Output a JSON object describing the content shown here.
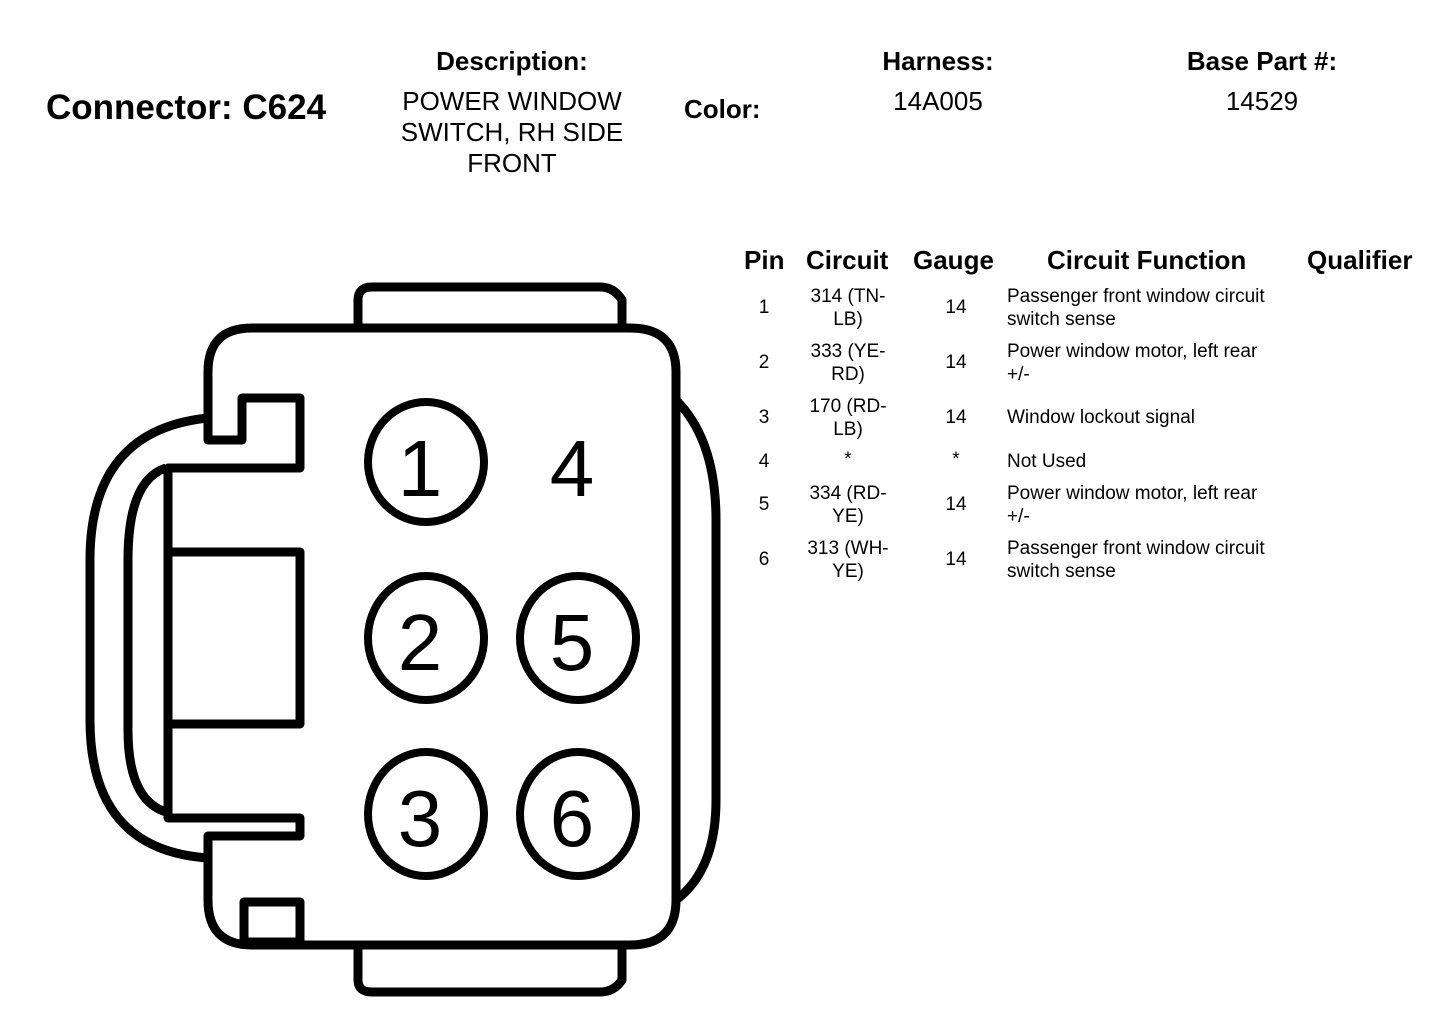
{
  "header": {
    "connector_title": "Connector: C624",
    "description_label": "Description:",
    "description_lines": [
      "POWER WINDOW",
      "SWITCH, RH SIDE",
      "FRONT"
    ],
    "color_label": "Color:",
    "harness_label": "Harness:",
    "harness_value": "14A005",
    "base_part_label": "Base Part #:",
    "base_part_value": "14529"
  },
  "table": {
    "columns": [
      "Pin",
      "Circuit",
      "Gauge",
      "Circuit Function",
      "Qualifier"
    ],
    "rows": [
      {
        "pin": "1",
        "circuit": [
          "314 (TN-",
          "LB)"
        ],
        "gauge": "14",
        "function": [
          "Passenger front window circuit",
          "switch sense"
        ],
        "qualifier": ""
      },
      {
        "pin": "2",
        "circuit": [
          "333 (YE-",
          "RD)"
        ],
        "gauge": "14",
        "function": [
          "Power window motor, left rear",
          "+/-"
        ],
        "qualifier": ""
      },
      {
        "pin": "3",
        "circuit": [
          "170 (RD-",
          "LB)"
        ],
        "gauge": "14",
        "function": [
          "Window lockout signal"
        ],
        "qualifier": ""
      },
      {
        "pin": "4",
        "circuit": [
          "*"
        ],
        "gauge": "*",
        "function": [
          "Not Used"
        ],
        "qualifier": ""
      },
      {
        "pin": "5",
        "circuit": [
          "334 (RD-",
          "YE)"
        ],
        "gauge": "14",
        "function": [
          "Power window motor, left rear",
          "+/-"
        ],
        "qualifier": ""
      },
      {
        "pin": "6",
        "circuit": [
          "313 (WH-",
          "YE)"
        ],
        "gauge": "14",
        "function": [
          "Passenger front window circuit",
          "switch sense"
        ],
        "qualifier": ""
      }
    ]
  },
  "connector_pins": [
    "1",
    "2",
    "3",
    "4",
    "5",
    "6"
  ]
}
